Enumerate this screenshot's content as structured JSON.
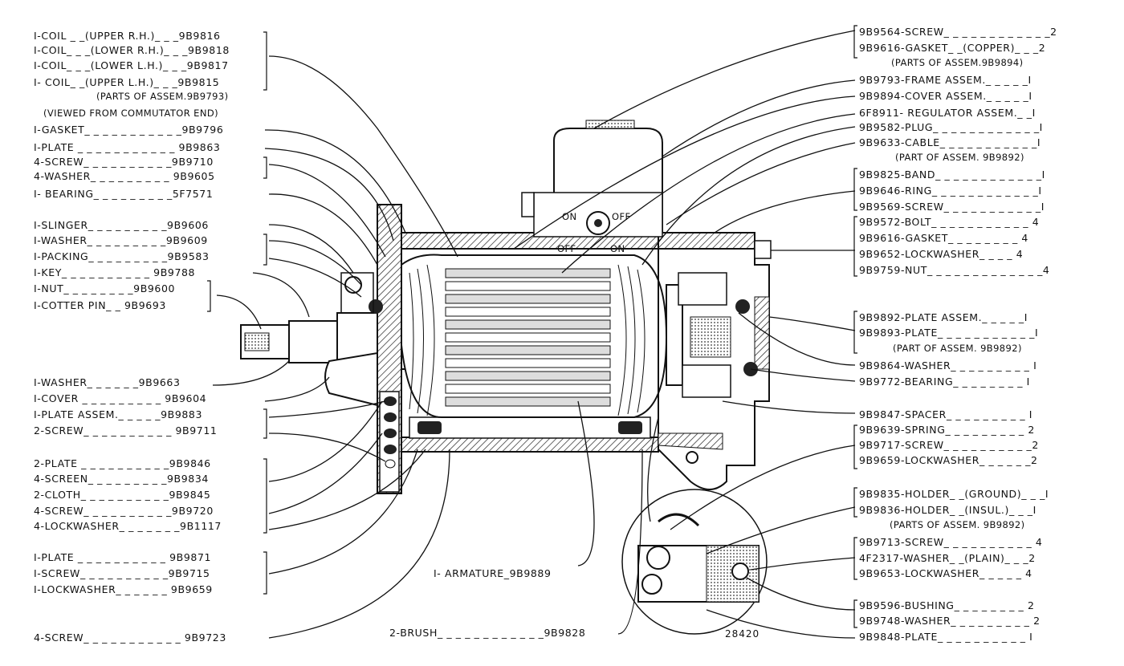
{
  "left_labels": [
    "I-COIL _ _(UPPER R.H.)_ _ _9B9816",
    "I-COIL_ _ _(LOWER R.H.)_ _ _9B9818",
    "I-COIL_ _ _(LOWER L.H.)_ _ _9B9817",
    "I- COIL_ _(UPPER L.H.)_ _ _9B9815",
    "I-GASKET_ _ _ _ _ _ _ _ _ _ _9B9796",
    "I-PLATE _ _ _ _ _ _ _ _ _ _ _ 9B9863",
    "4-SCREW_ _ _ _ _ _ _ _ _ _9B9710",
    "4-WASHER_ _ _ _ _ _ _ _ _ 9B9605",
    "I- BEARING_ _ _ _ _ _ _ _ _5F7571",
    "I-SLINGER_ _ _ _ _ _ _ _ _9B9606",
    "I-WASHER_ _ _ _ _ _ _ _ _9B9609",
    "I-PACKING_ _ _ _ _ _ _ _ _9B9583",
    "I-KEY_ _ _ _ _ _ _ _ _ _ 9B9788",
    "I-NUT_ _ _ _ _ _ _ _9B9600",
    "I-COTTER PIN_ _ 9B9693",
    "I-WASHER_ _ _ _ _ _9B9663",
    "I-COVER _ _ _ _ _ _ _ _ _ 9B9604",
    "I-PLATE ASSEM._ _ _ _ _9B9883",
    "2-SCREW_ _ _ _ _ _ _ _ _ _ 9B9711",
    "2-PLATE _ _ _ _ _ _ _ _ _ _9B9846",
    "4-SCREEN_ _ _ _ _ _ _ _ _9B9834",
    "2-CLOTH_ _ _ _ _ _ _ _ _ _9B9845",
    "4-SCREW_ _ _ _ _ _ _ _ _ _9B9720",
    "4-LOCKWASHER_ _ _ _ _ _ _9B1117",
    "I-PLATE _ _ _ _ _ _ _ _ _ _ 9B9871",
    "I-SCREW_ _ _ _ _ _ _ _ _ _9B9715",
    "I-LOCKWASHER_ _ _ _ _ _ 9B9659",
    "4-SCREW_ _ _ _ _ _ _ _ _ _ _ 9B9723"
  ],
  "left_notes": [
    "(PARTS OF ASSEM.9B9793)",
    "(VIEWED FROM COMMUTATOR END)"
  ],
  "right_labels": [
    "9B9564-SCREW_ _ _ _ _ _ _ _ _ _ _ _2",
    "9B9616-GASKET_ _(COPPER)_ _ _2",
    "9B9793-FRAME ASSEM._ _ _ _ _I",
    "9B9894-COVER ASSEM._ _ _ _ _I",
    "6F8911- REGULATOR ASSEM._ _I",
    "9B9582-PLUG_ _ _ _ _ _ _ _ _ _ _ _I",
    "9B9633-CABLE_ _ _ _ _ _ _ _ _ _ _I",
    "9B9825-BAND_ _ _ _ _ _ _ _ _ _ _ _I",
    "9B9646-RING_ _ _ _ _ _ _ _ _ _ _ _I",
    "9B9569-SCREW_ _ _ _ _ _ _ _ _ _ _I",
    "9B9572-BOLT_ _ _ _ _ _ _ _ _ _ _ 4",
    "9B9616-GASKET_ _ _ _ _ _ _ _ 4",
    "9B9652-LOCKWASHER_ _ _ _ 4",
    "9B9759-NUT_ _ _ _ _ _ _ _ _ _ _ _ _4",
    "9B9892-PLATE ASSEM._ _ _ _ _I",
    "9B9893-PLATE_ _ _ _ _ _ _ _ _ _ _I",
    "9B9864-WASHER_ _ _ _ _ _ _ _ _ I",
    "9B9772-BEARING_ _ _ _ _ _ _ _ I",
    "9B9847-SPACER_ _ _ _ _ _ _ _ _ I",
    "9B9639-SPRING_ _ _ _ _ _ _ _ _ 2",
    "9B9717-SCREW_ _ _ _ _ _ _ _ _ _2",
    "9B9659-LOCKWASHER_ _ _ _ _ _2",
    "9B9835-HOLDER_ _(GROUND)_ _ _I",
    "9B9836-HOLDER_ _(INSUL.)_ _ _I",
    "9B9713-SCREW_ _ _ _ _ _ _ _ _ _ 4",
    "4F2317-WASHER_ _(PLAIN)_ _ _2",
    "9B9653-LOCKWASHER_ _ _ _ _ 4",
    "9B9596-BUSHING_ _ _ _ _ _ _ _ 2",
    "9B9748-WASHER_ _ _ _ _ _ _ _ _ 2",
    "9B9848-PLATE_ _ _ _ _ _ _ _ _ _ I"
  ],
  "right_notes": [
    "(PARTS OF ASSEM.9B9894)",
    "(PART OF ASSEM. 9B9892)",
    "(PART OF ASSEM. 9B9892)",
    "(PARTS OF ASSEM. 9B9892)"
  ],
  "bottom_labels": {
    "armature": "I- ARMATURE_9B9889",
    "brush": "2-BRUSH_ _ _ _ _ _ _ _ _ _ _ _9B9828",
    "figure_number": "28420"
  },
  "switch_labels": [
    "ON",
    "OFF",
    "OFF",
    "ON"
  ]
}
